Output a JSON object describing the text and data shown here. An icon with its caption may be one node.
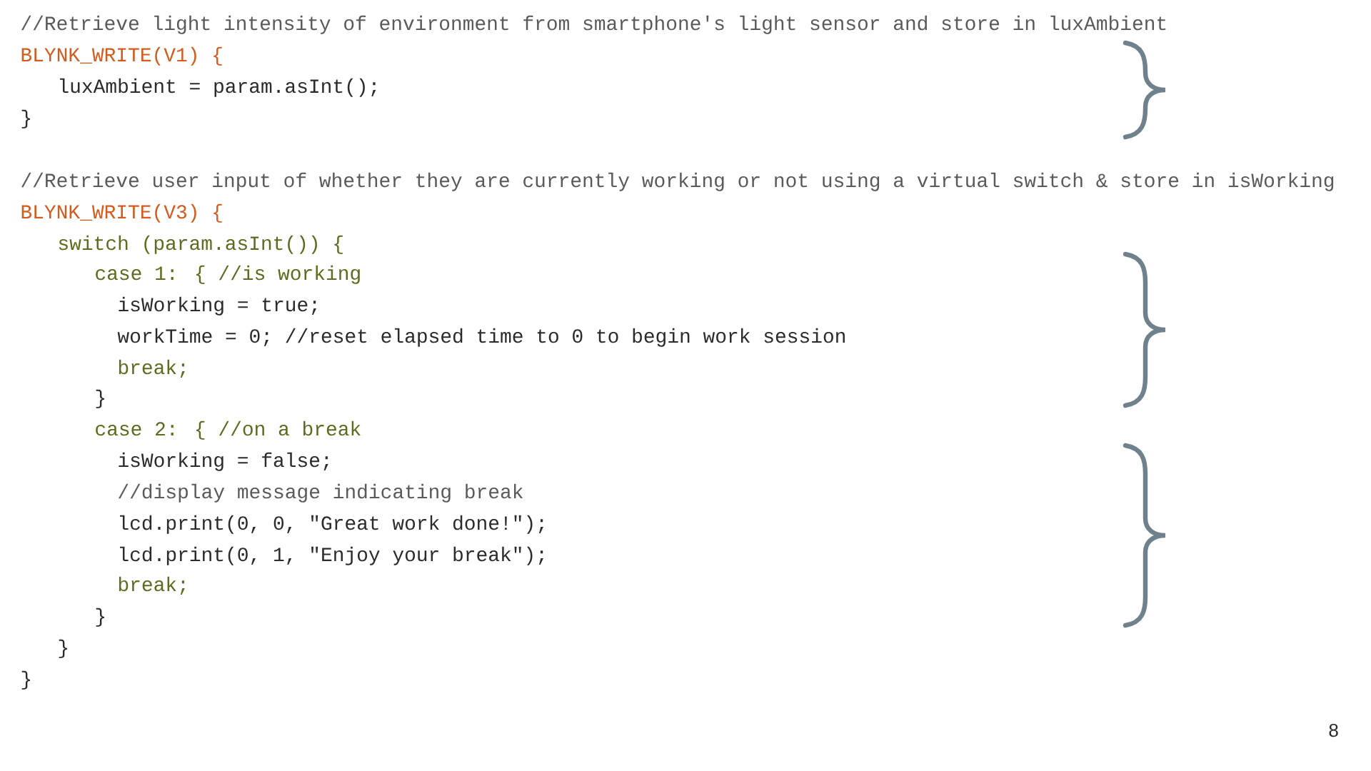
{
  "diagram": {
    "labels": [
      "//Retrieve light intensity of environment from smartphone's light sensor and store in luxAmbient",
      "BLYNK_WRITE(V1) {",
      "luxAmbient = param.asInt();",
      "}",
      "//Retrieve user input of whether they are currently working or not using a virtual switch & store in isWorking",
      "BLYNK_WRITE(V3) {",
      "switch (param.asInt()) {",
      "case 1: { //is working",
      "isWorking = true;",
      "workTime = 0; //reset elapsed time to 0 to begin work session",
      "break;",
      "}",
      "case 2: { //on a break",
      "isWorking = false;",
      "//display message indicating break",
      "lcd.print(0, 0, \"Great work done!\");",
      "lcd.print(0, 1, \"Enjoy your break\");",
      "break;",
      "}",
      "}",
      "}",
      "8"
    ]
  }
}
